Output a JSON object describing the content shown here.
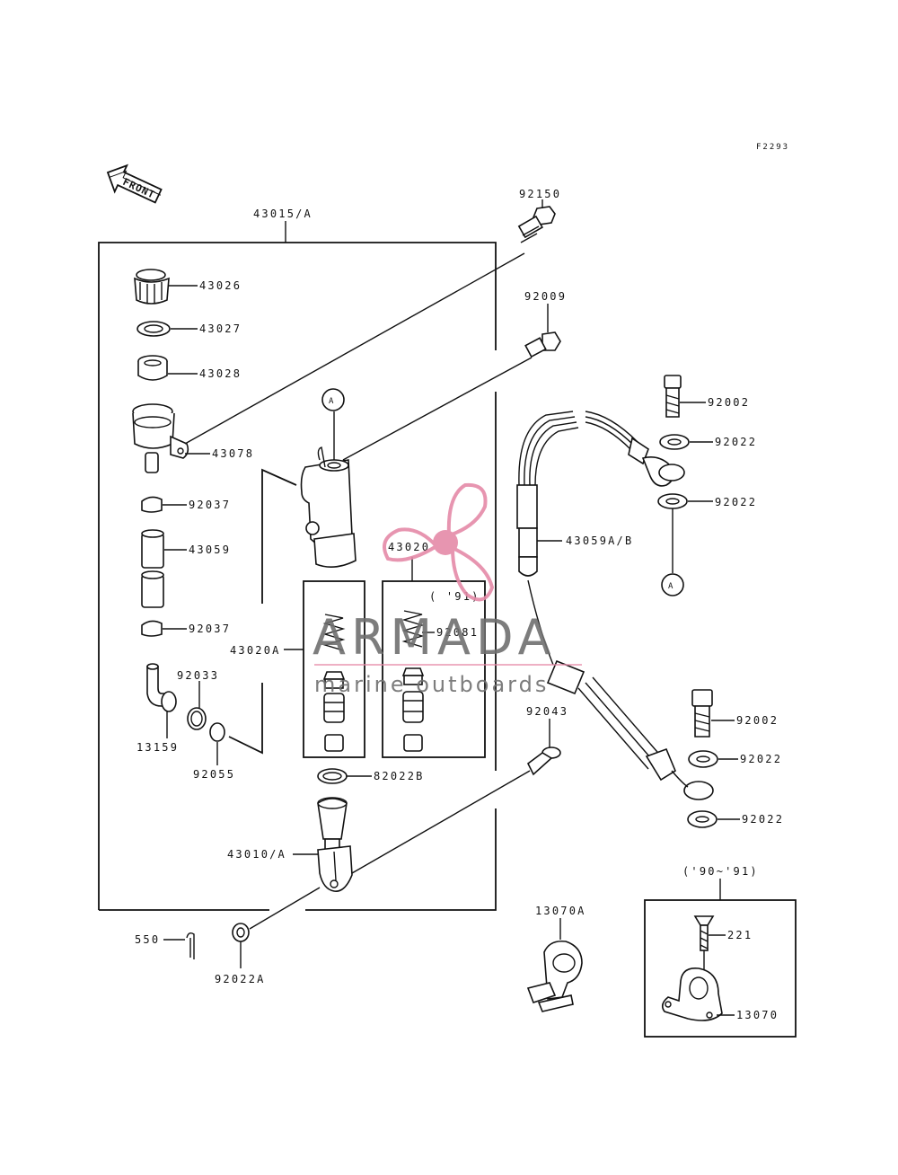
{
  "diagram": {
    "figure_code": "F2293",
    "front_label": "FRONT",
    "assembly_label": "43015/A",
    "callouts": {
      "p92150": "92150",
      "p92009": "92009",
      "p43026": "43026",
      "p43027": "43027",
      "p43028": "43028",
      "p43078": "43078",
      "p92037a": "92037",
      "p43059": "43059",
      "p92037b": "92037",
      "p13159": "13159",
      "p92033": "92033",
      "p92055": "92055",
      "p43020A": "43020A",
      "p43020": "43020",
      "p91": "( '91)",
      "p92081": "92081",
      "p82022B": "82022B",
      "p43010A": "43010/A",
      "p550": "550",
      "p92022A": "92022A",
      "p43059AB": "43059A/B",
      "p92002a": "92002",
      "p92022a": "92022",
      "p92022b": "92022",
      "p92002b": "92002",
      "p92022c": "92022",
      "p92022d": "92022",
      "p92043": "92043",
      "p13070A": "13070A",
      "p9091": "('90~'91)",
      "p221": "221",
      "p13070": "13070",
      "ref_a1": "A",
      "ref_a2": "A"
    }
  },
  "watermark": {
    "brand": "ARMADA",
    "tagline": "marine outboards",
    "colors": {
      "propeller": "#e58aa8",
      "brand_text": "#6f6f6f",
      "rule": "#e58aa8"
    }
  }
}
